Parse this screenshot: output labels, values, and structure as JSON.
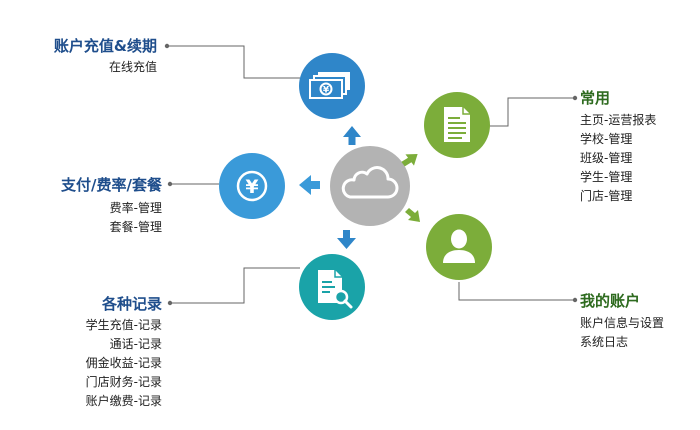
{
  "colors": {
    "blue": "#2f86c9",
    "light_blue": "#3a9ad9",
    "teal": "#1aa3a8",
    "green": "#7cad3a",
    "center_gray": "#b3b3b3",
    "connector": "#666666"
  },
  "center": {
    "icon": "cloud-icon"
  },
  "nodes": {
    "topup": {
      "icon": "banknote-icon",
      "heading": "账户充值&续期",
      "items": [
        "在线充值"
      ]
    },
    "pay": {
      "icon": "yen-icon",
      "heading": "支付/费率/套餐",
      "items": [
        "费率-管理",
        "套餐-管理"
      ]
    },
    "records": {
      "icon": "document-search-icon",
      "heading": "各种记录",
      "items": [
        "学生充值-记录",
        "通话-记录",
        "佣金收益-记录",
        "门店财务-记录",
        "账户缴费-记录"
      ]
    },
    "common": {
      "icon": "document-icon",
      "heading": "常用",
      "items": [
        "主页-运营报表",
        "学校-管理",
        "班级-管理",
        "学生-管理",
        "门店-管理"
      ]
    },
    "account": {
      "icon": "user-icon",
      "heading": "我的账户",
      "items": [
        "账户信息与设置",
        "系统日志"
      ]
    }
  }
}
